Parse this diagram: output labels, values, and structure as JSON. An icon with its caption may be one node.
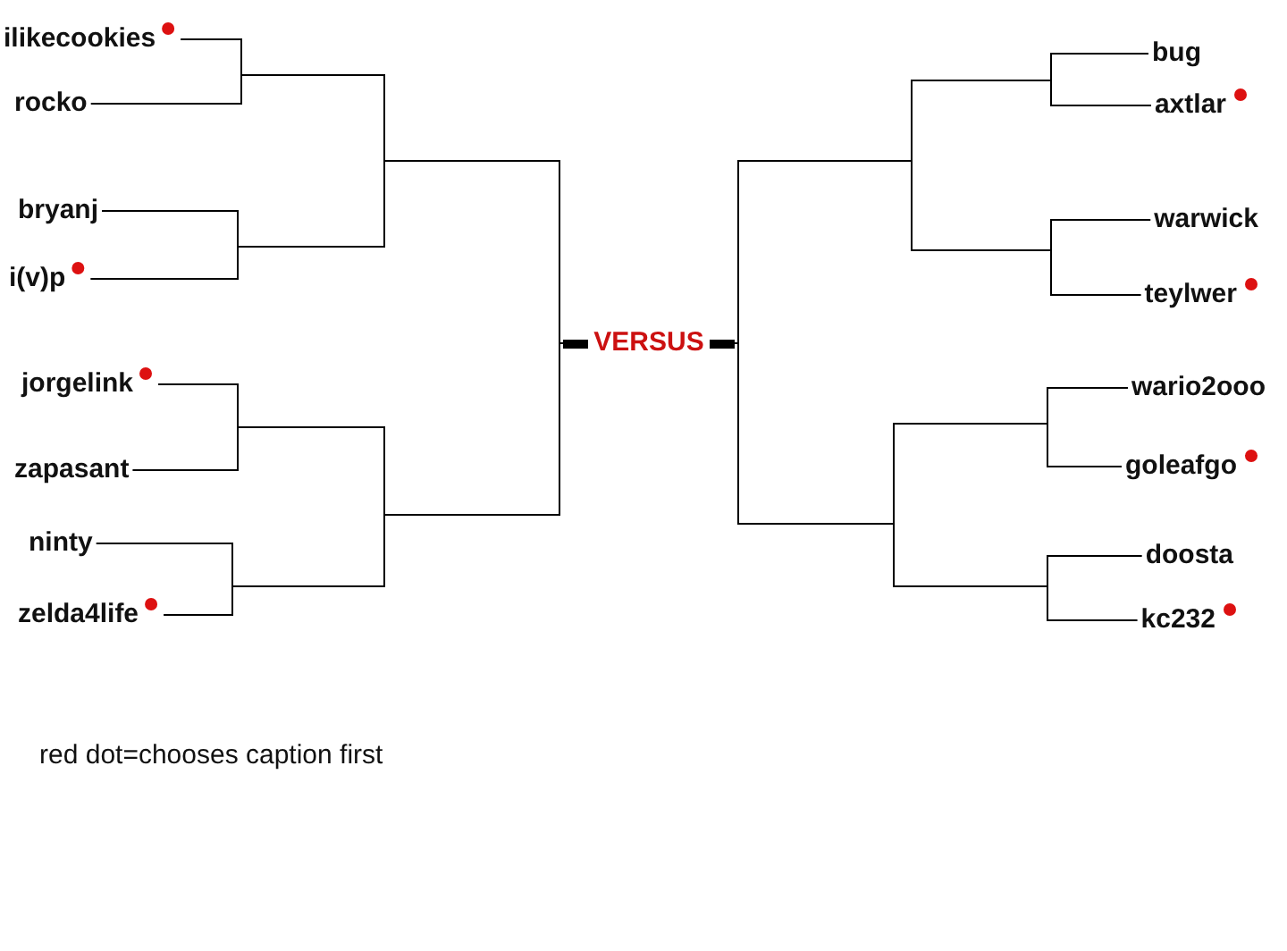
{
  "diagram": {
    "nodes": [
      {
        "text": [
          "ilikecookies"
        ]
      },
      {
        "text": [
          "rocko"
        ]
      },
      {
        "text": [
          "bryanj"
        ]
      },
      {
        "text": [
          "i(v)p"
        ]
      },
      {
        "text": [
          "jorgelink"
        ]
      },
      {
        "text": [
          "zapasant"
        ]
      },
      {
        "text": [
          "ninty"
        ]
      },
      {
        "text": [
          "zelda4life"
        ]
      },
      {
        "text": [
          "VERSUS"
        ]
      },
      {
        "text": [
          "bug"
        ]
      },
      {
        "text": [
          "axtlar"
        ]
      },
      {
        "text": [
          "warwick"
        ]
      },
      {
        "text": [
          "teylwer"
        ]
      },
      {
        "text": [
          "wario2ooo"
        ]
      },
      {
        "text": [
          "goleafgo"
        ]
      },
      {
        "text": [
          "doosta"
        ]
      },
      {
        "text": [
          "kc232"
        ]
      }
    ],
    "edges": [
      {
        "from": 0,
        "to": 8,
        "arrow": "none"
      },
      {
        "from": 1,
        "to": 8,
        "arrow": "none"
      },
      {
        "from": 2,
        "to": 8,
        "arrow": "none"
      },
      {
        "from": 3,
        "to": 8,
        "arrow": "none"
      },
      {
        "from": 4,
        "to": 8,
        "arrow": "none"
      },
      {
        "from": 5,
        "to": 8,
        "arrow": "none"
      },
      {
        "from": 6,
        "to": 8,
        "arrow": "none"
      },
      {
        "from": 7,
        "to": 8,
        "arrow": "none"
      },
      {
        "from": 9,
        "to": 8,
        "arrow": "none"
      },
      {
        "from": 10,
        "to": 8,
        "arrow": "none"
      },
      {
        "from": 11,
        "to": 8,
        "arrow": "none"
      },
      {
        "from": 12,
        "to": 8,
        "arrow": "none"
      },
      {
        "from": 13,
        "to": 8,
        "arrow": "none"
      },
      {
        "from": 14,
        "to": 8,
        "arrow": "none"
      },
      {
        "from": 15,
        "to": 8,
        "arrow": "none"
      },
      {
        "from": 16,
        "to": 8,
        "arrow": "none"
      }
    ],
    "labels": [
      "red dot=chooses caption first"
    ]
  }
}
